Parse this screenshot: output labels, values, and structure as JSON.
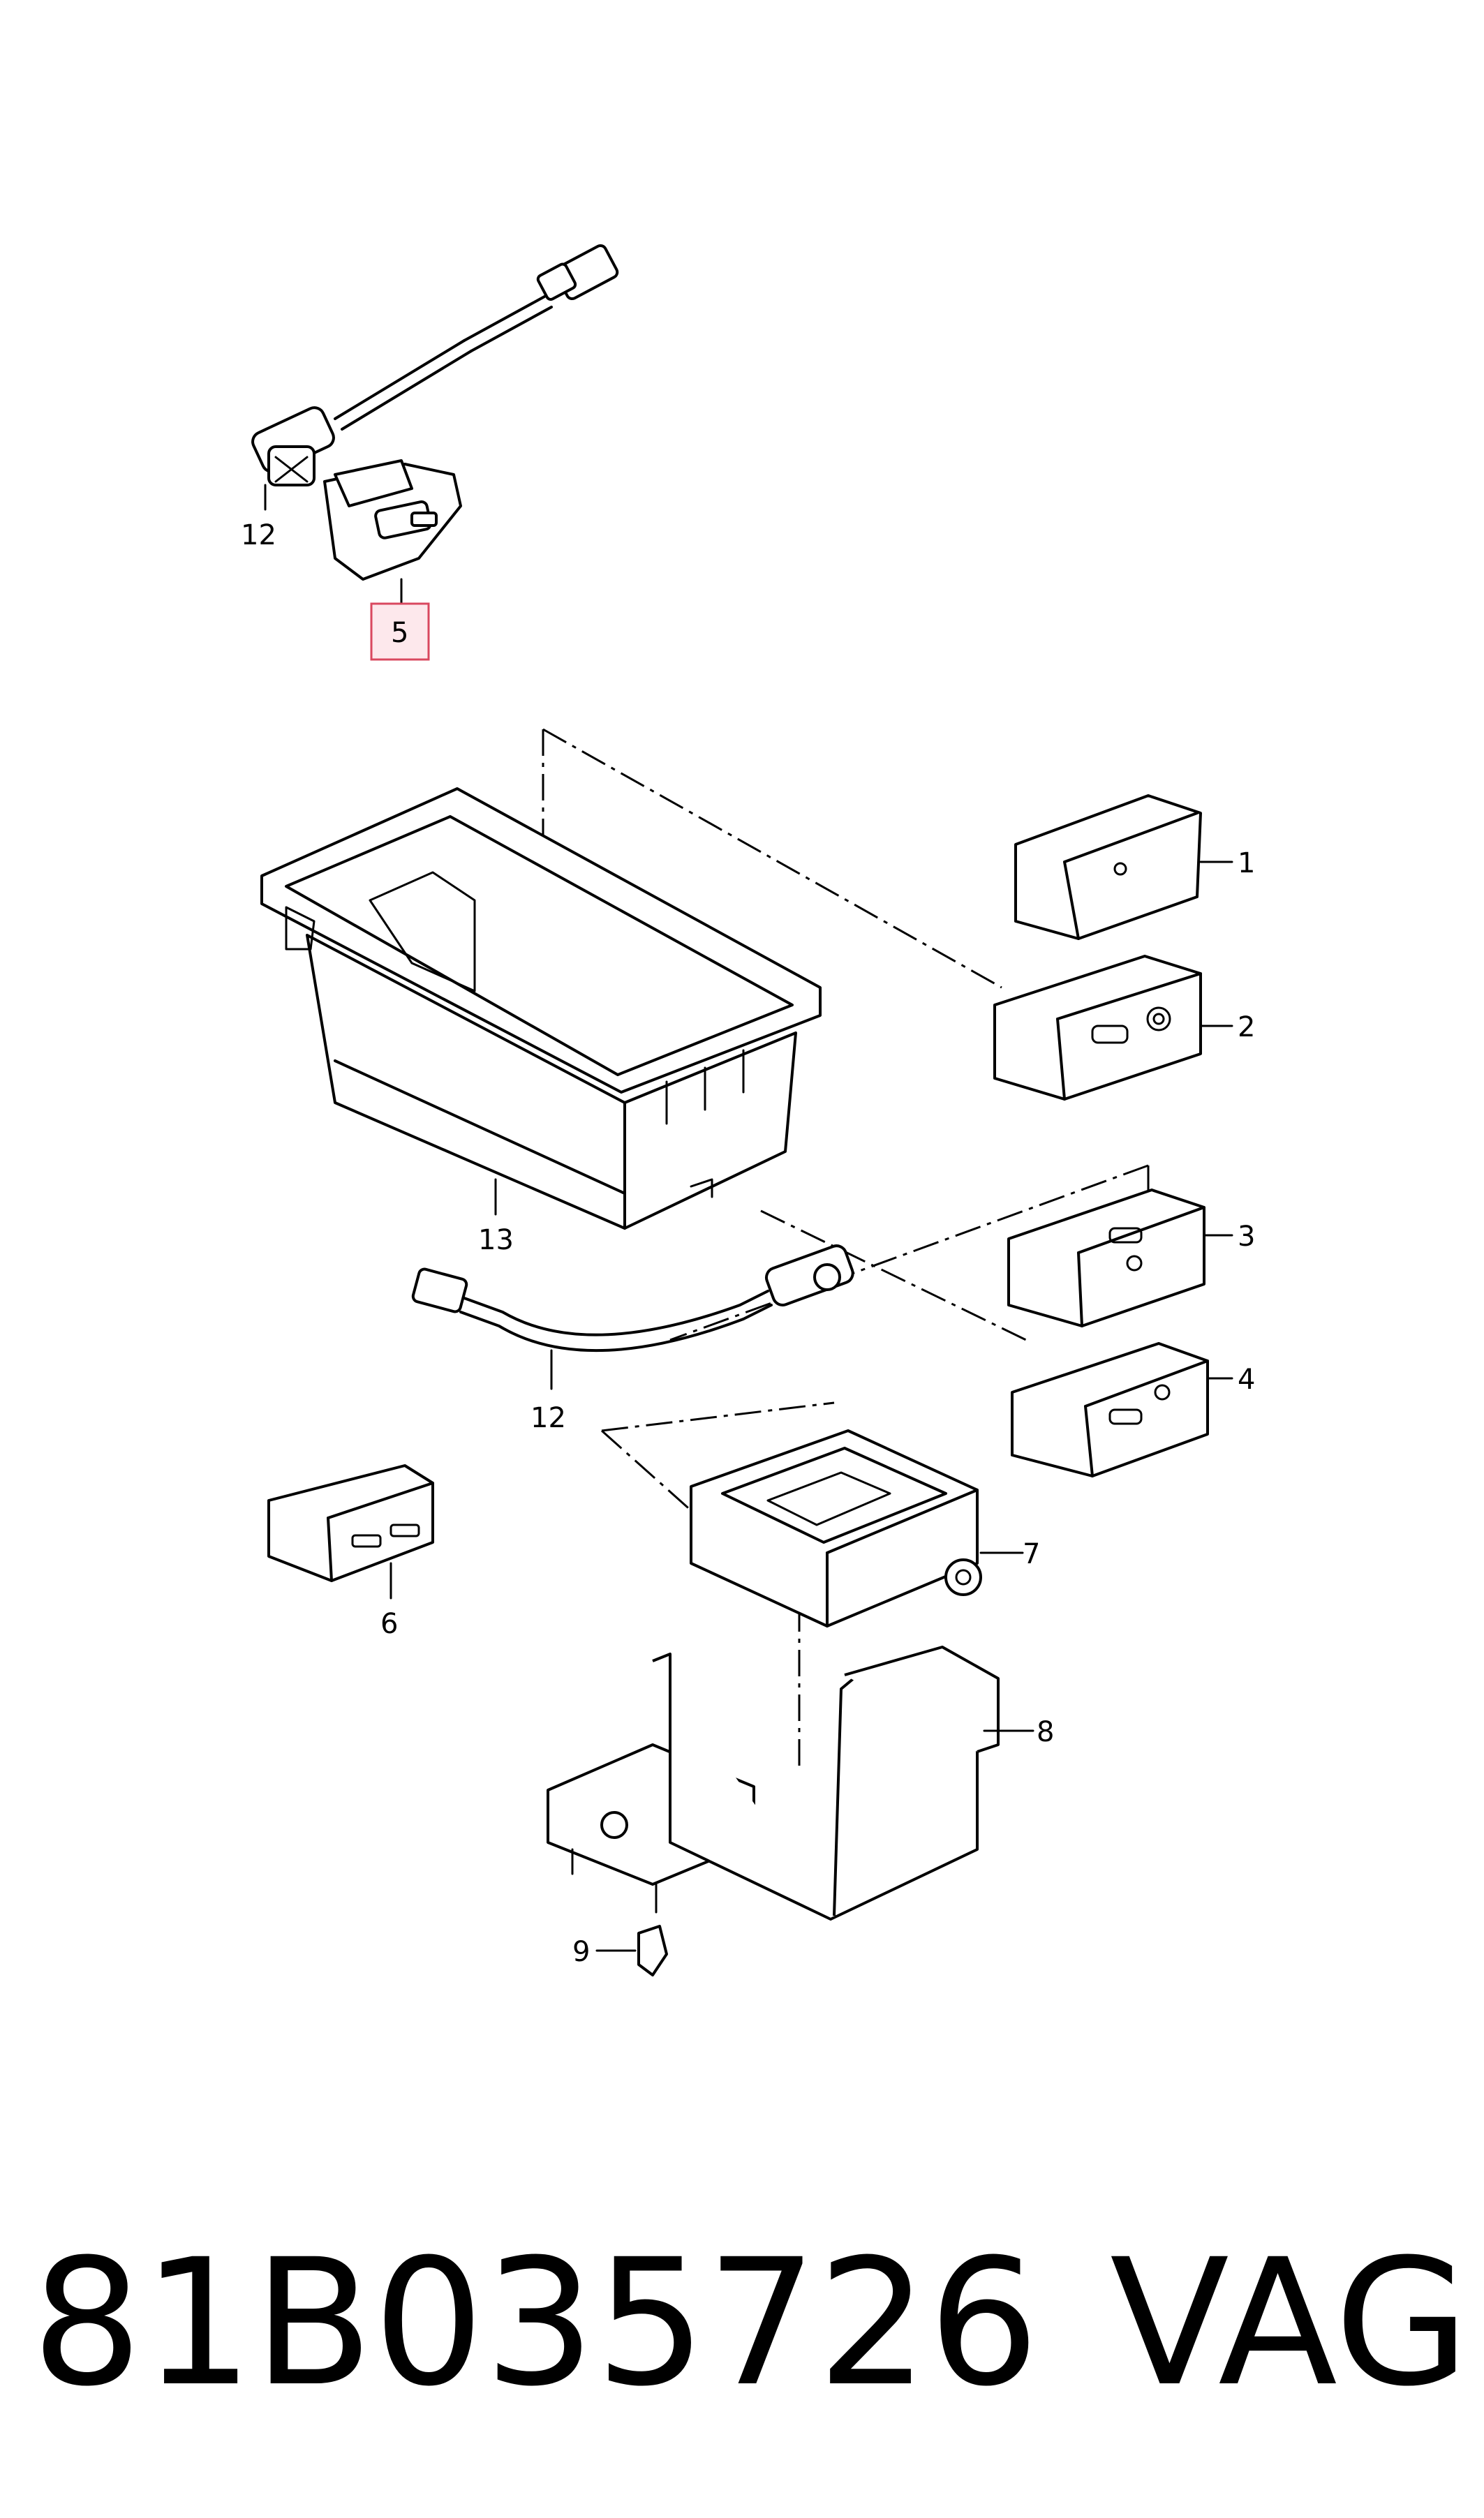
{
  "callouts": {
    "c1": "1",
    "c2": "2",
    "c3": "3",
    "c4": "4",
    "c5": "5",
    "c6": "6",
    "c7": "7",
    "c8": "8",
    "c9": "9",
    "c12a": "12",
    "c12b": "12",
    "c13": "13"
  },
  "highlight_color": "#d9485f",
  "footer": {
    "part_number": "81B035726",
    "brand": "VAG"
  }
}
